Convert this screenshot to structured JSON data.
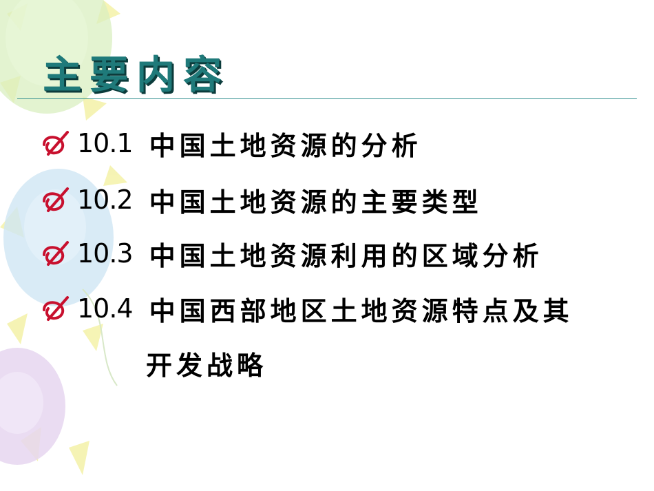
{
  "slide": {
    "title": "主要内容",
    "items": [
      {
        "number": "10.1",
        "text": "中国土地资源的分析"
      },
      {
        "number": "10.2",
        "text": "中国土地资源的主要类型"
      },
      {
        "number": "10.3",
        "text": "中国土地资源利用的区域分析"
      },
      {
        "number": "10.4",
        "text": "中国西部地区土地资源特点及其",
        "continuation": "开发战略"
      }
    ],
    "bullet_icon": "crossed-circle-bullet-icon",
    "colors": {
      "title": "#1f7a7a",
      "rule": "#2e8d8d",
      "bullet": "#c8102e"
    }
  }
}
